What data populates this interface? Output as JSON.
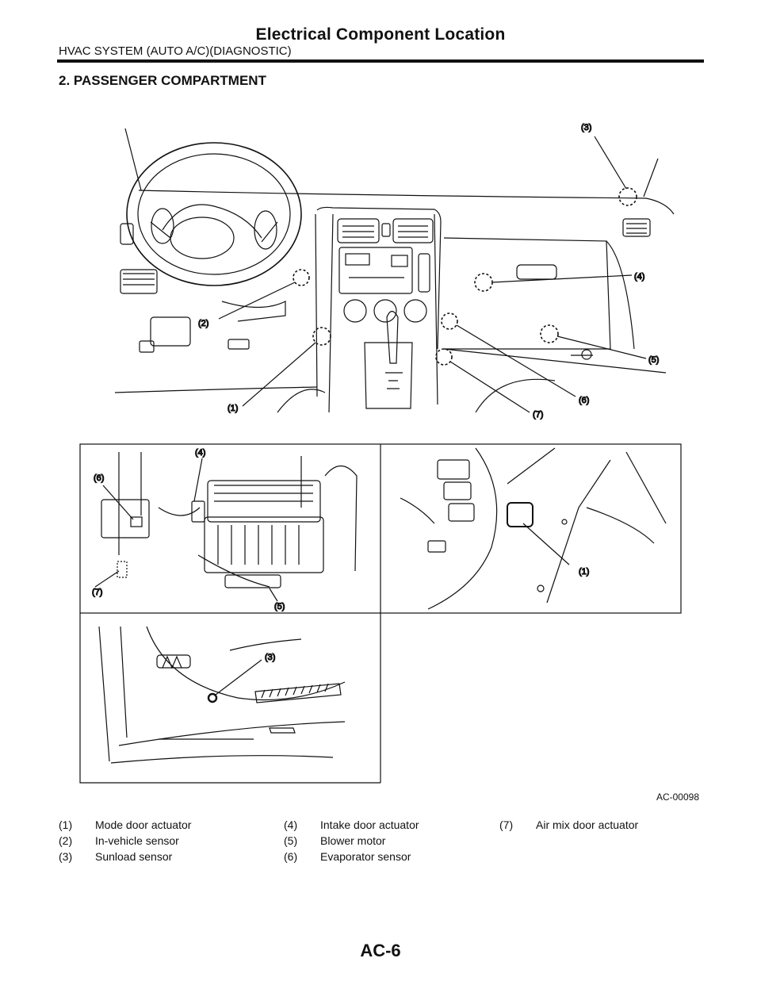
{
  "header": {
    "title": "Electrical Component Location",
    "section": "HVAC SYSTEM (AUTO A/C)(DIAGNOSTIC)"
  },
  "heading": "2. PASSENGER COMPARTMENT",
  "figure": {
    "id": "AC-00098",
    "callouts": {
      "c1": "(1)",
      "c2": "(2)",
      "c3": "(3)",
      "c4": "(4)",
      "c5": "(5)",
      "c6": "(6)",
      "c7": "(7)"
    }
  },
  "legend": [
    {
      "num": "(1)",
      "label": "Mode door actuator"
    },
    {
      "num": "(2)",
      "label": "In-vehicle sensor"
    },
    {
      "num": "(3)",
      "label": "Sunload sensor"
    },
    {
      "num": "(4)",
      "label": "Intake door actuator"
    },
    {
      "num": "(5)",
      "label": "Blower motor"
    },
    {
      "num": "(6)",
      "label": "Evaporator sensor"
    },
    {
      "num": "(7)",
      "label": "Air mix door actuator"
    }
  ],
  "page_number": "AC-6"
}
